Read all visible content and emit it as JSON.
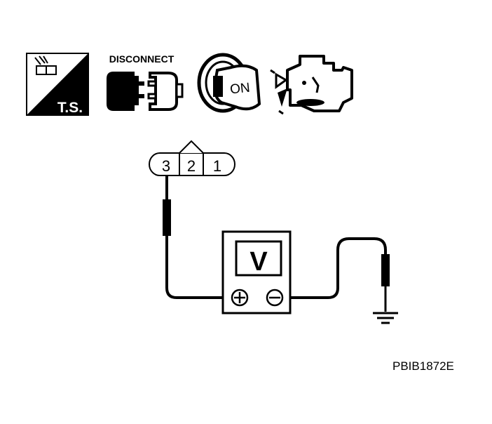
{
  "icons": {
    "ts_label": "T.S.",
    "disconnect_label": "DISCONNECT",
    "ignition_label": "ON"
  },
  "connector": {
    "pins": [
      "3",
      "2",
      "1"
    ]
  },
  "meter": {
    "label": "V"
  },
  "figure_id": "PBIB1872E"
}
